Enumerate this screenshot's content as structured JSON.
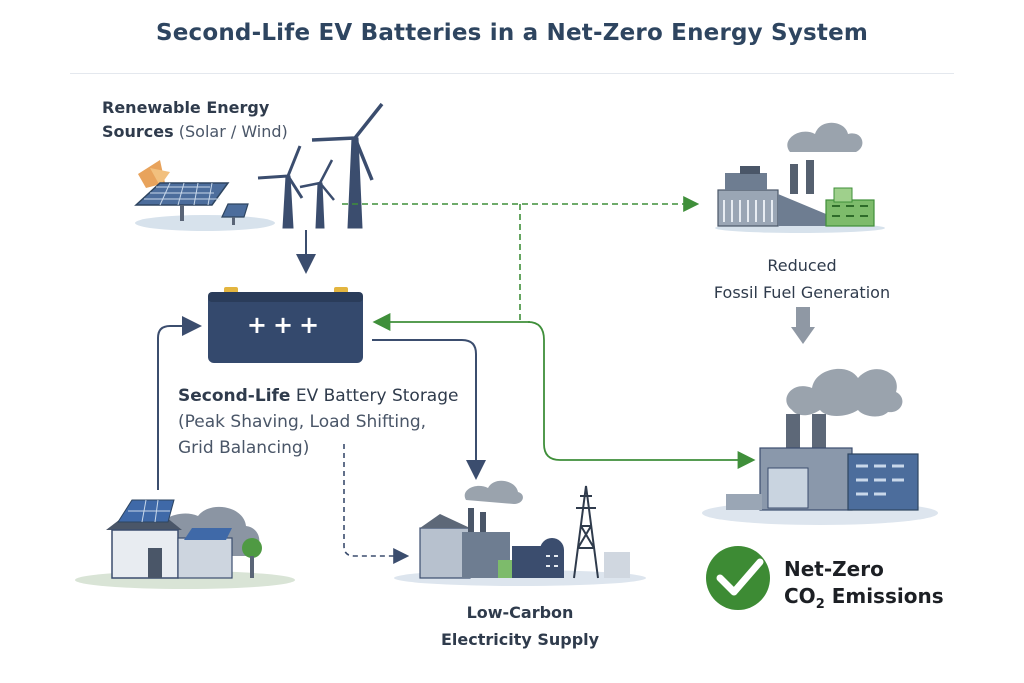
{
  "title": "Second-Life EV Batteries in a Net-Zero Energy System",
  "renewable": {
    "line1": "Renewable Energy",
    "line2_bold": "Sources",
    "line2_rest": "(Solar / Wind)"
  },
  "battery": {
    "symbol": "+++",
    "title_bold": "Second-Life",
    "title_rest": "EV Battery Storage",
    "line2": "(Peak Shaving, Load Shifting,",
    "line3": "Grid Balancing)"
  },
  "fossil": {
    "line1": "Reduced",
    "line2": "Fossil Fuel Generation"
  },
  "supply": {
    "line1": "Low-Carbon",
    "line2": "Electricity Supply"
  },
  "netzero": {
    "line1": "Net-Zero",
    "line2_prefix": "CO",
    "line2_sub": "2",
    "line2_rest": " Emissions"
  },
  "colors": {
    "navy": "#3b4d6e",
    "battery": "#34496d",
    "green": "#3f8f3a",
    "check_green": "#3d8b34",
    "gray": "#7c8797",
    "sky": "#c9d4e0"
  }
}
